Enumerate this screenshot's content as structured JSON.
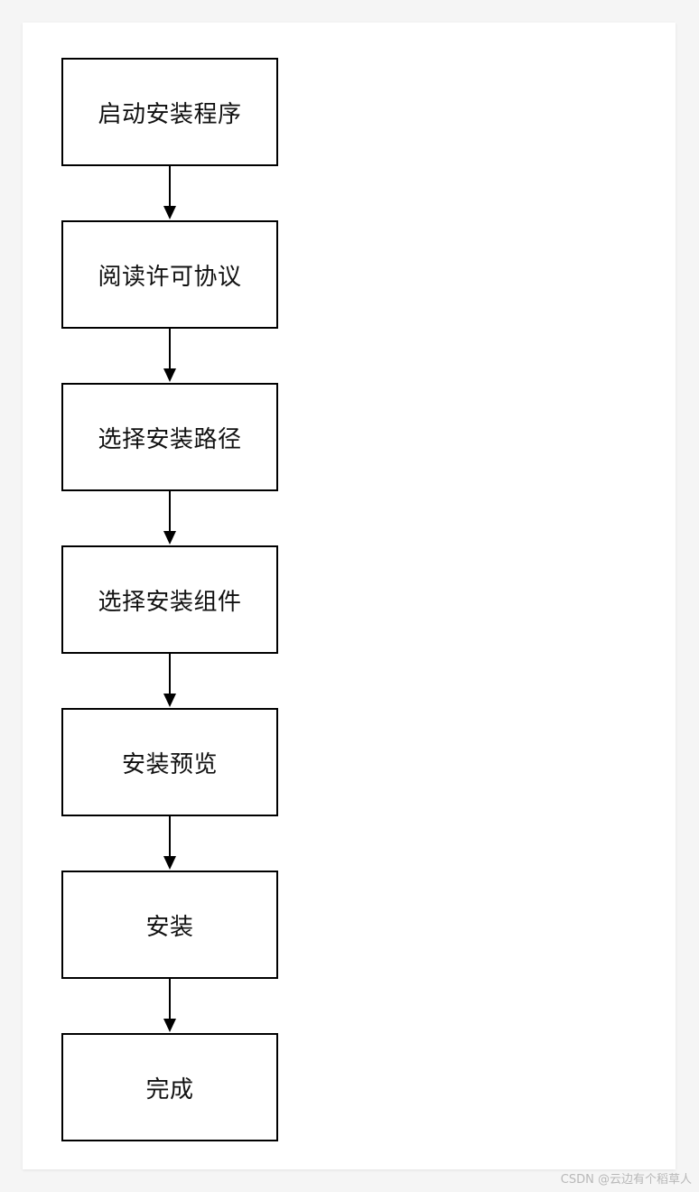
{
  "flowchart": {
    "steps": [
      {
        "label": "启动安装程序"
      },
      {
        "label": "阅读许可协议"
      },
      {
        "label": "选择安装路径"
      },
      {
        "label": "选择安装组件"
      },
      {
        "label": "安装预览"
      },
      {
        "label": "安装"
      },
      {
        "label": "完成"
      }
    ]
  },
  "watermark": {
    "text": "CSDN @云边有个稻草人"
  },
  "colors": {
    "background": "#f5f5f5",
    "card": "#ffffff",
    "stroke": "#000000"
  }
}
